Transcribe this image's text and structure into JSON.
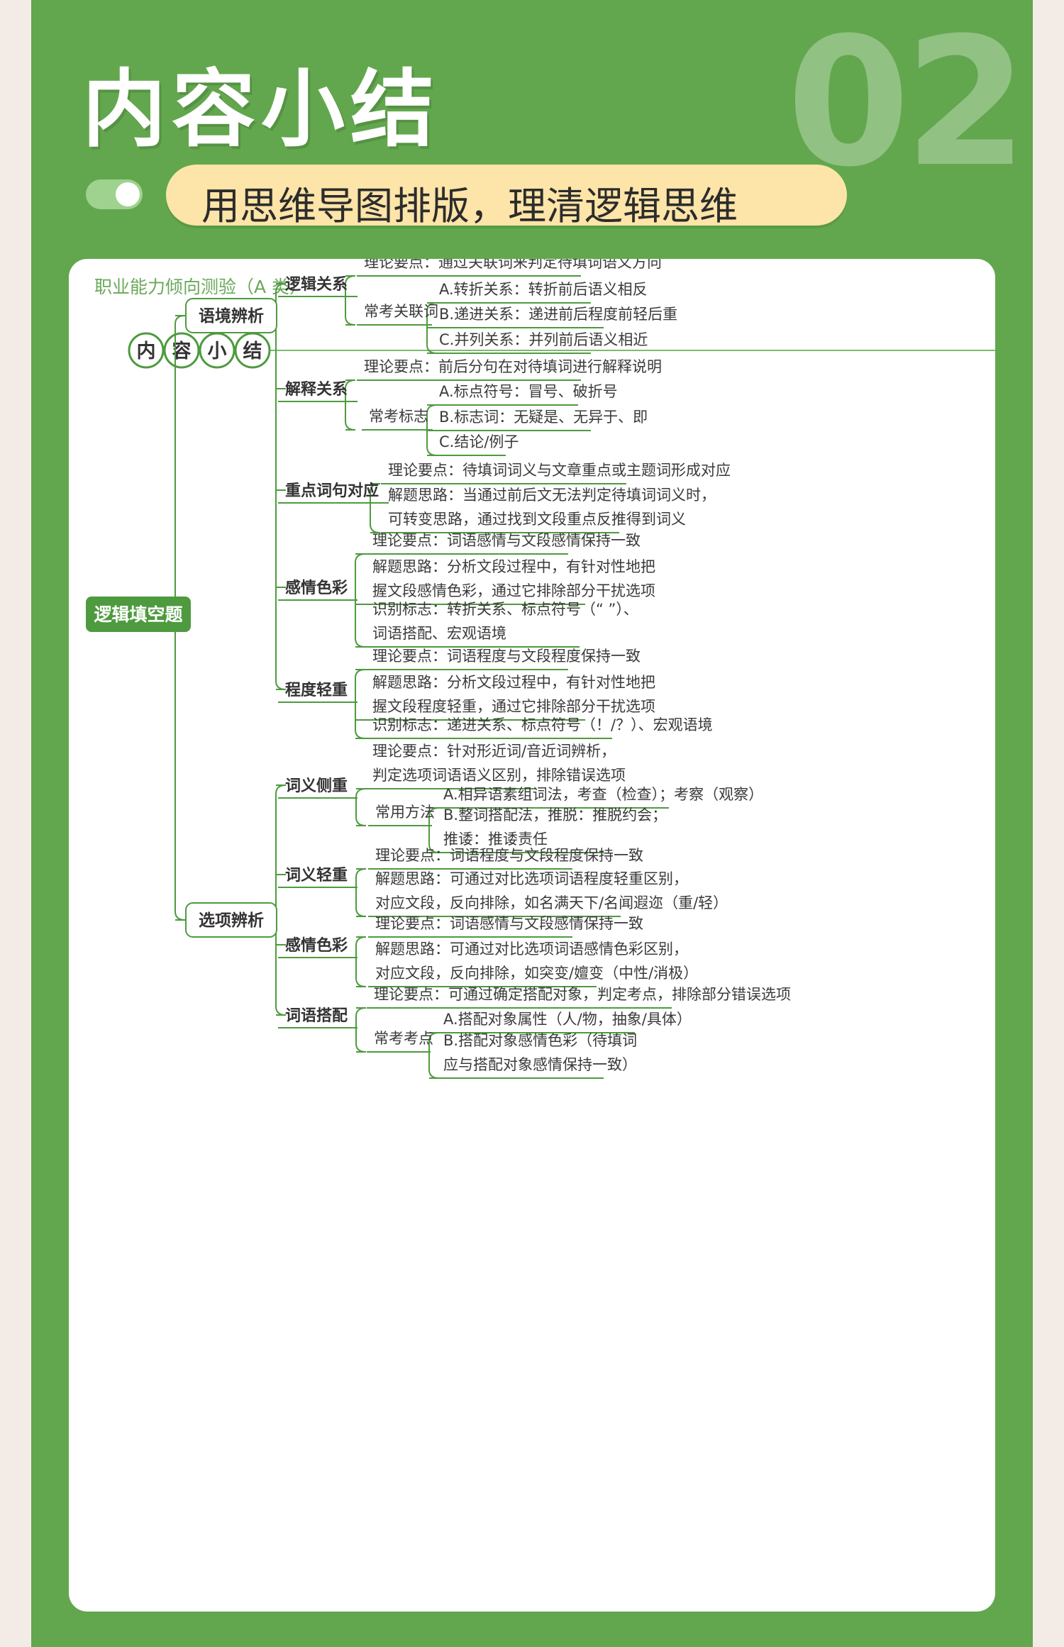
{
  "header": {
    "title": "内容小结",
    "deco_number": "02",
    "subtitle": "用思维导图排版，理清逻辑思维"
  },
  "card": {
    "book_label": "职业能力倾向测验（A 类）",
    "section_chars": [
      "内",
      "容",
      "小",
      "结"
    ]
  },
  "mindmap": {
    "root": "逻辑填空题",
    "branches": [
      {
        "label": "语境辨析",
        "children": [
          {
            "label": "逻辑关系",
            "children": [
              {
                "label": "理论要点：通过关联词来判定待填词语义方向"
              },
              {
                "label": "常考关联词",
                "children": [
                  {
                    "label": "A.转折关系：转折前后语义相反"
                  },
                  {
                    "label": "B.递进关系：递进前后程度前轻后重"
                  },
                  {
                    "label": "C.并列关系：并列前后语义相近"
                  }
                ]
              }
            ]
          },
          {
            "label": "解释关系",
            "children": [
              {
                "label": "理论要点：前后分句在对待填词进行解释说明"
              },
              {
                "label": "常考标志",
                "children": [
                  {
                    "label": "A.标点符号：冒号、破折号"
                  },
                  {
                    "label": "B.标志词：无疑是、无异于、即"
                  },
                  {
                    "label": "C.结论/例子"
                  }
                ]
              }
            ]
          },
          {
            "label": "重点词句对应",
            "children": [
              {
                "label": "理论要点：待填词词义与文章重点或主题词形成对应"
              },
              {
                "label": "解题思路：当通过前后文无法判定待填词词义时，\n可转变思路，通过找到文段重点反推得到词义"
              }
            ]
          },
          {
            "label": "感情色彩",
            "children": [
              {
                "label": "理论要点：词语感情与文段感情保持一致"
              },
              {
                "label": "解题思路：分析文段过程中，有针对性地把\n握文段感情色彩，通过它排除部分干扰选项"
              },
              {
                "label": "识别标志：转折关系、标点符号（“ ”）、\n词语搭配、宏观语境"
              }
            ]
          },
          {
            "label": "程度轻重",
            "children": [
              {
                "label": "理论要点：词语程度与文段程度保持一致"
              },
              {
                "label": "解题思路：分析文段过程中，有针对性地把\n握文段程度轻重，通过它排除部分干扰选项"
              },
              {
                "label": "识别标志：递进关系、标点符号（！/？）、宏观语境"
              }
            ]
          }
        ]
      },
      {
        "label": "选项辨析",
        "children": [
          {
            "label": "词义侧重",
            "children": [
              {
                "label": "理论要点：针对形近词/音近词辨析，\n判定选项词语语义区别，排除错误选项"
              },
              {
                "label": "常用方法",
                "children": [
                  {
                    "label": "A.相异语素组词法，考查（检查）；考察（观察）"
                  },
                  {
                    "label": "B.整词搭配法，推脱：推脱约会；\n推诿：推诿责任"
                  }
                ]
              }
            ]
          },
          {
            "label": "词义轻重",
            "children": [
              {
                "label": "理论要点：词语程度与文段程度保持一致"
              },
              {
                "label": "解题思路：可通过对比选项词语程度轻重区别，\n对应文段，反向排除，如名满天下/名闻遐迩（重/轻）"
              }
            ]
          },
          {
            "label": "感情色彩",
            "children": [
              {
                "label": "理论要点：词语感情与文段感情保持一致"
              },
              {
                "label": "解题思路：可通过对比选项词语感情色彩区别，\n对应文段，反向排除，如突变/嬗变（中性/消极）"
              }
            ]
          },
          {
            "label": "词语搭配",
            "children": [
              {
                "label": "理论要点：可通过确定搭配对象，判定考点，排除部分错误选项"
              },
              {
                "label": "常考考点",
                "children": [
                  {
                    "label": "A.搭配对象属性（人/物，抽象/具体）"
                  },
                  {
                    "label": "B.搭配对象感情色彩（待填词\n应与搭配对象感情保持一致）"
                  }
                ]
              }
            ]
          }
        ]
      }
    ]
  }
}
